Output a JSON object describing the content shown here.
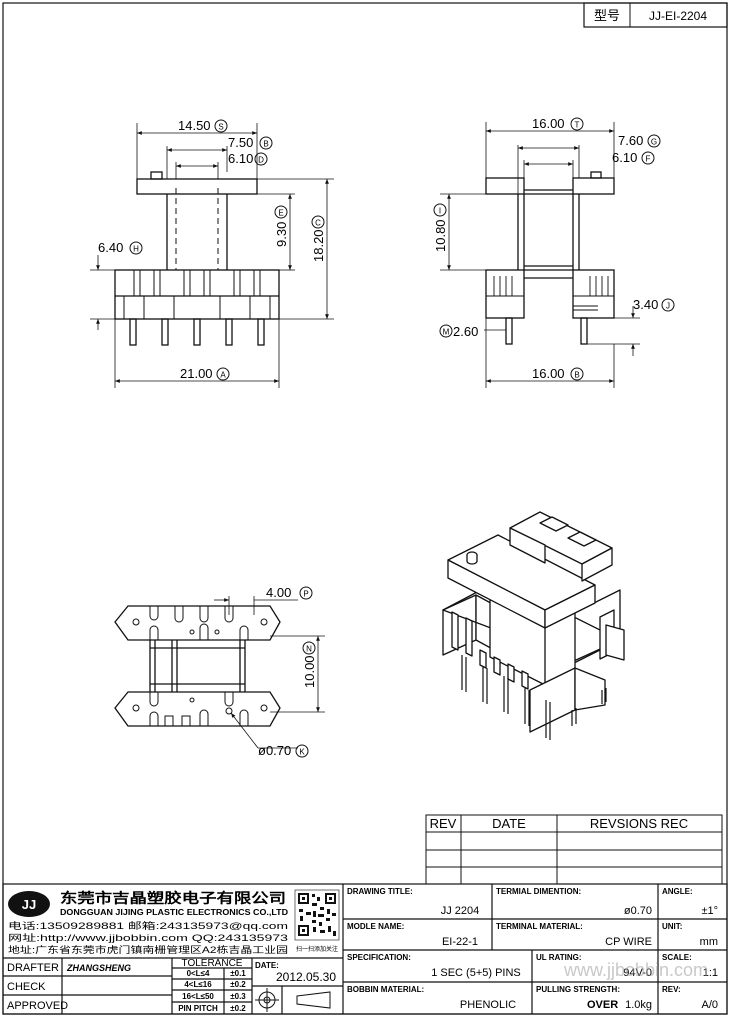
{
  "model_box": {
    "label": "型号",
    "value": "JJ-EI-2204"
  },
  "dims": {
    "S": "14.50",
    "B": "7.50",
    "D": "6.10",
    "C": "18.20",
    "H": "6.40",
    "E": "9.30",
    "A": "21.00",
    "T": "16.00",
    "G": "7.60",
    "F": "6.10",
    "I": "10.80",
    "J": "3.40",
    "M": "2.60",
    "Bottom": "16.00",
    "P": "4.00",
    "N": "10.00",
    "K": "ø0.70"
  },
  "dim_letters": {
    "S": "S",
    "B": "B",
    "D": "D",
    "C": "C",
    "H": "H",
    "E": "E",
    "A": "A",
    "T": "T",
    "G": "G",
    "F": "F",
    "I": "I",
    "J": "J",
    "M": "M",
    "Bottom": "B",
    "P": "P",
    "N": "N",
    "K": "K"
  },
  "revision_table": {
    "headers": [
      "REV",
      "DATE",
      "REVSIONS REC"
    ]
  },
  "company": {
    "logo": "JJ",
    "name_cn": "东莞市吉晶塑胶电子有限公司",
    "name_en": "DONGGUAN JIJING PLASTIC ELECTRONICS CO.,LTD",
    "tel": "电话:13509289881  邮箱:243135973@qq.com",
    "web": "网址:http://www.jjbobbin.com  QQ:243135973",
    "addr": "地址:广东省东莞市虎门镇南栅管理区A2栋吉晶工业园",
    "qr_caption": "扫一扫添加关注"
  },
  "title_block": {
    "drawing_title_label": "DRAWING TITLE:",
    "drawing_title": "JJ  2204",
    "terminal_dim_label": "TERMIAL DIMENTION:",
    "terminal_dim": "ø0.70",
    "angle_label": "ANGLE:",
    "angle": "±1°",
    "model_name_label": "MODLE NAME:",
    "model_name": "EI-22-1",
    "terminal_mat_label": "TERMINAL MATERIAL:",
    "terminal_mat": "CP WIRE",
    "unit_label": "UNIT:",
    "unit": "mm",
    "spec_label": "SPECIFICATION:",
    "spec": "1 SEC (5+5) PINS",
    "ul_label": "UL RATING:",
    "ul": "94V-0",
    "scale_label": "SCALE:",
    "scale": "1:1",
    "bobbin_mat_label": "BOBBIN  MATERIAL:",
    "bobbin_mat": "PHENOLIC",
    "pull_label": "PULLING STRENGTH:",
    "pull_over": "OVER",
    "pull_value": "1.0kg",
    "rev_label": "REV:",
    "rev": "A/0",
    "drafter_label": "DRAFTER",
    "drafter": "ZHANGSHENG",
    "check_label": "CHECK",
    "approved_label": "APPROVED",
    "tolerance_label": "TOLERANCE",
    "tolerances": [
      {
        "range": "0<L≤4",
        "tol": "±0.1"
      },
      {
        "range": "4<L≤16",
        "tol": "±0.2"
      },
      {
        "range": "16<L≤50",
        "tol": "±0.3"
      },
      {
        "range": "PIN PITCH",
        "tol": "±0.2"
      }
    ],
    "date_label": "DATE:",
    "date": "2012.05.30"
  },
  "watermark": "www.jjbobbin.com"
}
